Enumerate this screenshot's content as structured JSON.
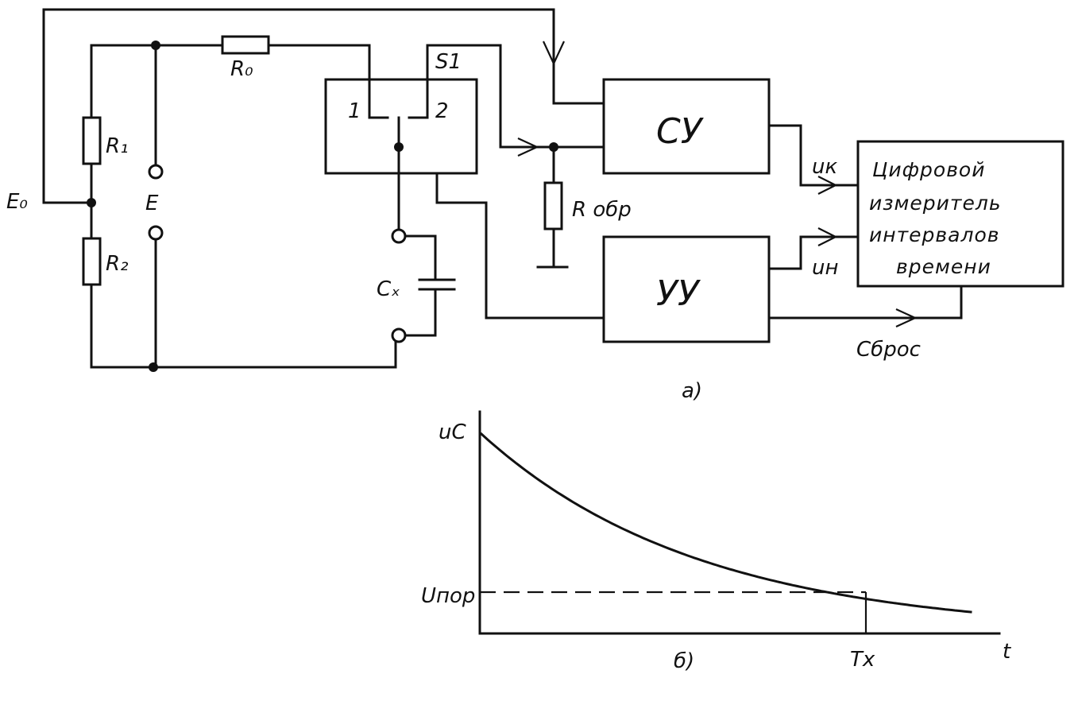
{
  "circuit": {
    "resistors": {
      "r0": "R₀",
      "r1": "R₁",
      "r2": "R₂",
      "robr": "R обр"
    },
    "nodes": {
      "e0": "E₀",
      "e": "E",
      "s1": "S1",
      "pos1": "1",
      "pos2": "2",
      "cx": "Cₓ"
    },
    "blocks": {
      "su": "СУ",
      "uu": "УУ"
    },
    "meter": {
      "lines": [
        "Цифровой",
        "измеритель",
        "интервалов",
        "времени"
      ]
    },
    "signals": {
      "uk": "uк",
      "un": "uн",
      "reset": "Сброс"
    },
    "caption": "а)"
  },
  "graph": {
    "y_axis_label": "uC",
    "threshold_label": "Uпор",
    "tx_label": "Tx",
    "x_axis_label": "t",
    "caption": "б)"
  },
  "chart_data": {
    "type": "line",
    "title": "",
    "xlabel": "t",
    "ylabel": "uC",
    "curve": "exponential decay",
    "threshold": "Uпор",
    "crossing": "Tx"
  }
}
